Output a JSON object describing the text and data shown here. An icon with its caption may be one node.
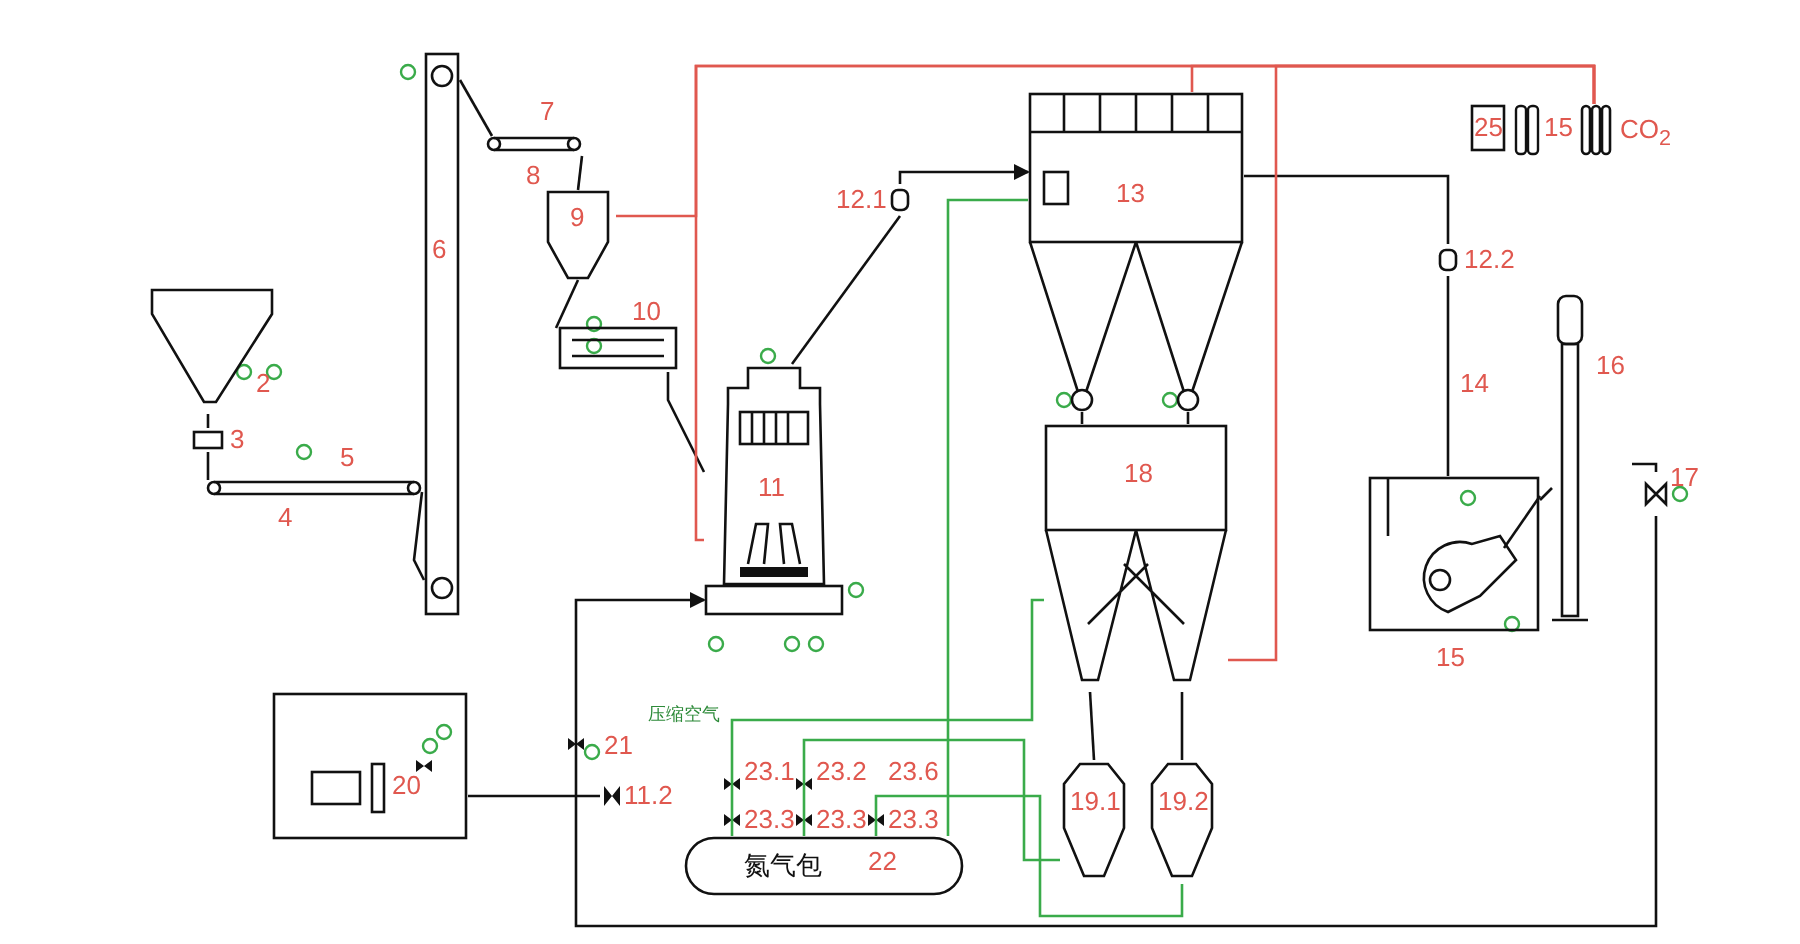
{
  "diagram": {
    "nodes": [
      {
        "text": [
          "2"
        ]
      },
      {
        "text": [
          "3"
        ]
      },
      {
        "text": [
          "4"
        ]
      },
      {
        "text": [
          "6"
        ]
      },
      {
        "text": [
          "8"
        ]
      },
      {
        "text": [
          "9"
        ]
      },
      {
        "text": [
          "10"
        ]
      },
      {
        "text": [
          "11"
        ]
      },
      {
        "text": [
          "12.1"
        ]
      },
      {
        "text": [
          "13"
        ]
      },
      {
        "text": [
          "12.2"
        ]
      },
      {
        "text": [
          "15"
        ]
      },
      {
        "text": [
          "16"
        ]
      },
      {
        "text": [
          "17"
        ]
      },
      {
        "text": [
          "18"
        ]
      },
      {
        "text": [
          "19.1"
        ]
      },
      {
        "text": [
          "19.2"
        ]
      },
      {
        "text": [
          "20"
        ]
      },
      {
        "text": [
          "11.2"
        ]
      },
      {
        "text": [
          "氮气包",
          "22"
        ]
      },
      {
        "text": [
          "25"
        ]
      },
      {
        "text": [
          "CO$_{2}$"
        ]
      }
    ],
    "edges": [
      {
        "from": 0,
        "to": 1,
        "arrow": "none"
      },
      {
        "from": 1,
        "to": 2,
        "arrow": "none"
      },
      {
        "from": 2,
        "to": 3,
        "arrow": "none"
      },
      {
        "from": 3,
        "to": 4,
        "arrow": "none"
      },
      {
        "from": 4,
        "to": 5,
        "arrow": "none"
      },
      {
        "from": 5,
        "to": 6,
        "arrow": "none"
      },
      {
        "from": 6,
        "to": 7,
        "arrow": "none"
      },
      {
        "from": 7,
        "to": 8,
        "arrow": "none"
      },
      {
        "from": 8,
        "to": 9,
        "arrow": "to"
      },
      {
        "from": 9,
        "to": 10,
        "arrow": "none"
      },
      {
        "from": 10,
        "to": 11,
        "arrow": "none"
      },
      {
        "from": 11,
        "to": 12,
        "arrow": "none"
      },
      {
        "from": 12,
        "to": 13,
        "arrow": "none"
      },
      {
        "from": 13,
        "to": 7,
        "arrow": "to"
      },
      {
        "from": 9,
        "to": 14,
        "arrow": "none"
      },
      {
        "from": 9,
        "to": 14,
        "arrow": "none"
      },
      {
        "from": 14,
        "to": 15,
        "arrow": "none"
      },
      {
        "from": 14,
        "to": 16,
        "arrow": "none"
      },
      {
        "from": 17,
        "to": 18,
        "arrow": "none"
      },
      {
        "from": 21,
        "to": 9,
        "arrow": "none",
        "color": "#e0584f"
      },
      {
        "from": 21,
        "to": 5,
        "arrow": "none",
        "color": "#e0584f"
      },
      {
        "from": 21,
        "to": 7,
        "arrow": "none",
        "color": "#e0584f"
      },
      {
        "from": 21,
        "to": 14,
        "arrow": "none",
        "color": "#e0584f"
      },
      {
        "from": 19,
        "to": 9,
        "arrow": "none",
        "color": "#3aab4a"
      },
      {
        "from": 19,
        "to": 14,
        "arrow": "none",
        "color": "#3aab4a"
      },
      {
        "from": 19,
        "to": 15,
        "arrow": "none",
        "color": "#3aab4a"
      },
      {
        "from": 19,
        "to": 16,
        "arrow": "none",
        "color": "#3aab4a"
      }
    ],
    "labels": [
      "5",
      "7",
      "14",
      "15",
      "21",
      "压缩空气",
      "23.1",
      "23.2",
      "23.6",
      "23.3",
      "23.3",
      "23.3"
    ]
  }
}
